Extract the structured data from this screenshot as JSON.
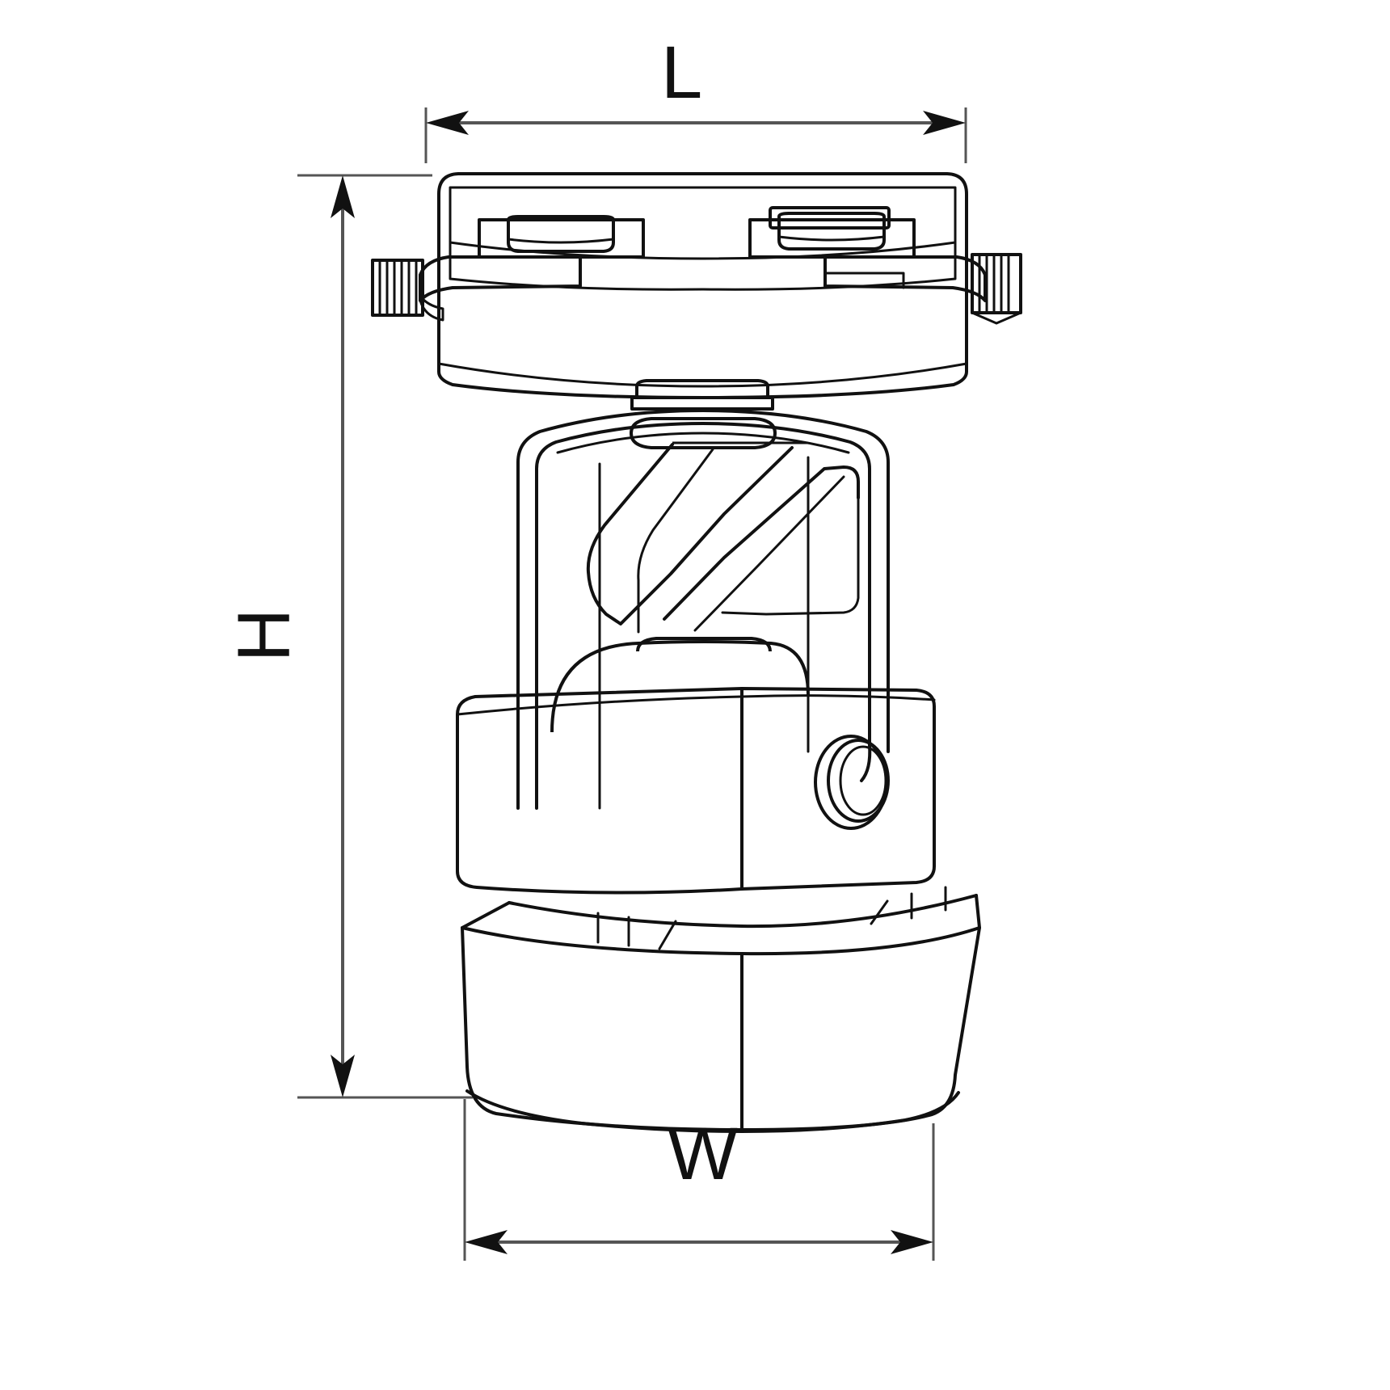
{
  "drawing": {
    "title": "Track Light Fixture Dimension Drawing",
    "view": "front elevation",
    "line_color": "#111111",
    "dimension_line_color": "#555555",
    "background_color": "#ffffff"
  },
  "dimensions": {
    "length": {
      "label": "L",
      "axis": "horizontal",
      "position": "top",
      "arrow_style": "double-headed"
    },
    "height": {
      "label": "H",
      "axis": "vertical",
      "position": "left",
      "arrow_style": "double-headed"
    },
    "width": {
      "label": "W",
      "axis": "horizontal",
      "position": "bottom",
      "arrow_style": "double-headed"
    }
  },
  "parts": {
    "track_adapter": "track-adapter-housing",
    "left_locking_knob": "knurled-locking-knob-left",
    "right_locking_knob": "knurled-locking-knob-right",
    "contact_tab_left": "track-contact-tab-left",
    "contact_tab_right": "track-contact-tab-right",
    "pivot_boss": "pivot-boss",
    "yoke_bracket": "yoke-bracket",
    "heat_sink": "heat-sink-fins",
    "lamp_body": "lamp-body-housing",
    "tilt_lock_knob": "tilt-lock-knob",
    "shade": "lamp-shade-hood"
  }
}
